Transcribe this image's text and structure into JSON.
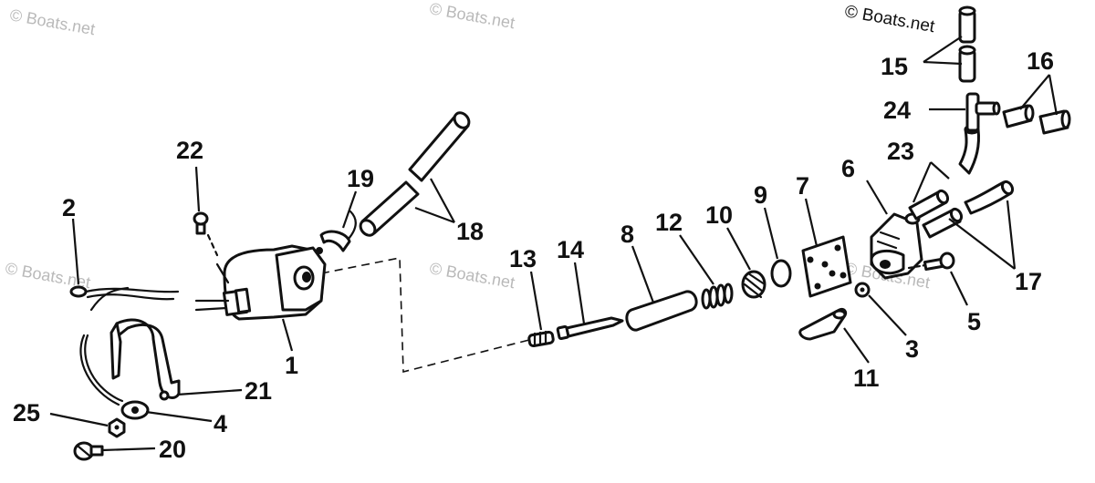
{
  "watermarks": [
    {
      "id": "wm-1",
      "text": "© Boats.net"
    },
    {
      "id": "wm-2",
      "text": "© Boats.net"
    },
    {
      "id": "wm-3",
      "text": "© Boats.net"
    },
    {
      "id": "wm-4",
      "text": "© Boats.net"
    },
    {
      "id": "wm-5",
      "text": "© Boats.net"
    },
    {
      "id": "wm-6",
      "text": "© Boats.net"
    }
  ],
  "callouts": [
    {
      "id": "c1",
      "text": "1"
    },
    {
      "id": "c2",
      "text": "2"
    },
    {
      "id": "c3",
      "text": "3"
    },
    {
      "id": "c4",
      "text": "4"
    },
    {
      "id": "c5",
      "text": "5"
    },
    {
      "id": "c6",
      "text": "6"
    },
    {
      "id": "c7",
      "text": "7"
    },
    {
      "id": "c8",
      "text": "8"
    },
    {
      "id": "c9",
      "text": "9"
    },
    {
      "id": "c10",
      "text": "10"
    },
    {
      "id": "c11",
      "text": "11"
    },
    {
      "id": "c12",
      "text": "12"
    },
    {
      "id": "c13",
      "text": "13"
    },
    {
      "id": "c14",
      "text": "14"
    },
    {
      "id": "c15",
      "text": "15"
    },
    {
      "id": "c16",
      "text": "16"
    },
    {
      "id": "c17",
      "text": "17"
    },
    {
      "id": "c18",
      "text": "18"
    },
    {
      "id": "c19",
      "text": "19"
    },
    {
      "id": "c20",
      "text": "20"
    },
    {
      "id": "c21",
      "text": "21"
    },
    {
      "id": "c22",
      "text": "22"
    },
    {
      "id": "c23",
      "text": "23"
    },
    {
      "id": "c24",
      "text": "24"
    },
    {
      "id": "c25",
      "text": "25"
    }
  ]
}
